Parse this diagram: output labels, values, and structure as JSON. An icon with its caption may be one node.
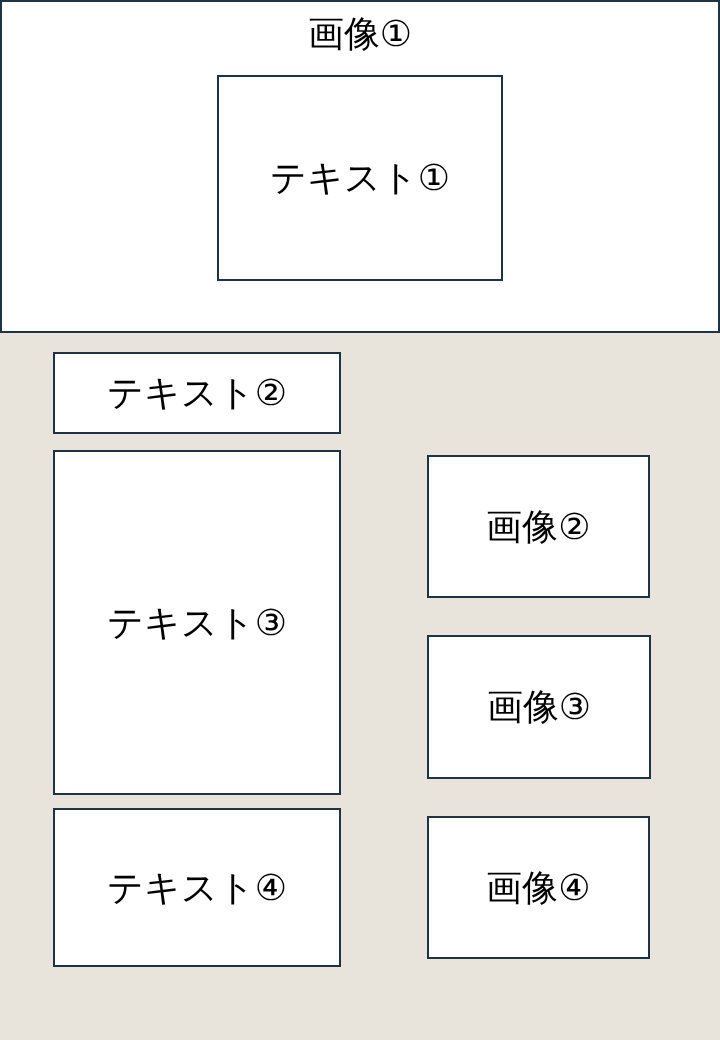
{
  "diagram": {
    "nodes": [
      {
        "text": [
          "画像①"
        ]
      },
      {
        "text": [
          "テキスト①"
        ],
        "in": 0
      },
      {
        "text": [
          "テキスト②"
        ]
      },
      {
        "text": [
          "テキスト③"
        ]
      },
      {
        "text": [
          "画像②"
        ]
      },
      {
        "text": [
          "画像③"
        ]
      },
      {
        "text": [
          "テキスト④"
        ]
      },
      {
        "text": [
          "画像④"
        ]
      }
    ]
  }
}
